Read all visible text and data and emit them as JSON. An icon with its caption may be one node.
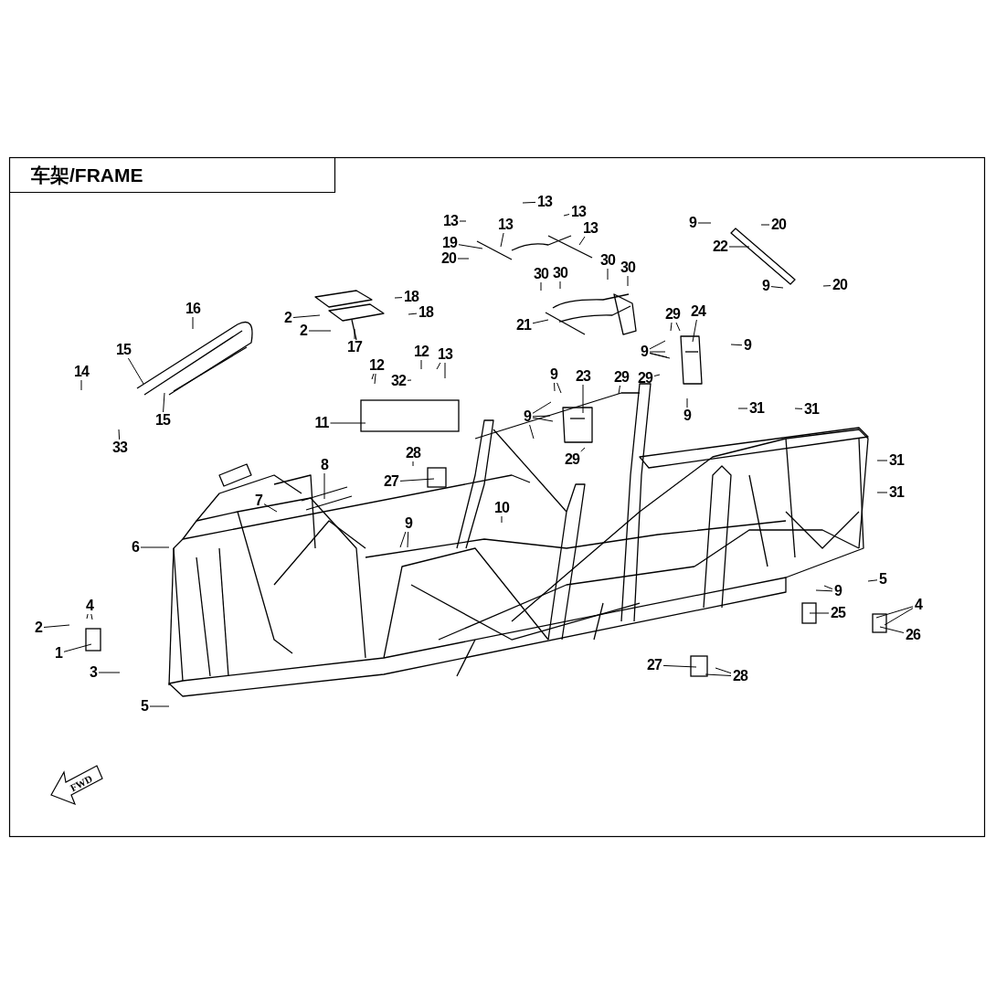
{
  "diagram": {
    "title": "车架/FRAME",
    "nodes": [
      {
        "text": [
          "13"
        ]
      },
      {
        "text": [
          "13"
        ]
      },
      {
        "text": [
          "13"
        ]
      },
      {
        "text": [
          "13"
        ]
      },
      {
        "text": [
          "13"
        ]
      },
      {
        "text": [
          "19"
        ]
      },
      {
        "text": [
          "20"
        ]
      },
      {
        "text": [
          "9"
        ]
      },
      {
        "text": [
          "20"
        ]
      },
      {
        "text": [
          "22"
        ]
      },
      {
        "text": [
          "9"
        ]
      },
      {
        "text": [
          "20"
        ]
      },
      {
        "text": [
          "30"
        ]
      },
      {
        "text": [
          "30"
        ]
      },
      {
        "text": [
          "30"
        ]
      },
      {
        "text": [
          "30"
        ]
      },
      {
        "text": [
          "21"
        ]
      },
      {
        "text": [
          "16"
        ]
      },
      {
        "text": [
          "18"
        ]
      },
      {
        "text": [
          "2"
        ]
      },
      {
        "text": [
          "18"
        ]
      },
      {
        "text": [
          "2"
        ]
      },
      {
        "text": [
          "17"
        ]
      },
      {
        "text": [
          "29"
        ]
      },
      {
        "text": [
          "24"
        ]
      },
      {
        "text": [
          "9"
        ]
      },
      {
        "text": [
          "15"
        ]
      },
      {
        "text": [
          "14"
        ]
      },
      {
        "text": [
          "12"
        ]
      },
      {
        "text": [
          "13"
        ]
      },
      {
        "text": [
          "9"
        ]
      },
      {
        "text": [
          "12"
        ]
      },
      {
        "text": [
          "32"
        ]
      },
      {
        "text": [
          "29"
        ]
      },
      {
        "text": [
          "29"
        ]
      },
      {
        "text": [
          "9"
        ]
      },
      {
        "text": [
          "23"
        ]
      },
      {
        "text": [
          "15"
        ]
      },
      {
        "text": [
          "11"
        ]
      },
      {
        "text": [
          "9"
        ]
      },
      {
        "text": [
          "9"
        ]
      },
      {
        "text": [
          "31"
        ]
      },
      {
        "text": [
          "31"
        ]
      },
      {
        "text": [
          "33"
        ]
      },
      {
        "text": [
          "29"
        ]
      },
      {
        "text": [
          "31"
        ]
      },
      {
        "text": [
          "28"
        ]
      },
      {
        "text": [
          "27"
        ]
      },
      {
        "text": [
          "31"
        ]
      },
      {
        "text": [
          "8"
        ]
      },
      {
        "text": [
          "7"
        ]
      },
      {
        "text": [
          "6"
        ]
      },
      {
        "text": [
          "10"
        ]
      },
      {
        "text": [
          "9"
        ]
      },
      {
        "text": [
          "5"
        ]
      },
      {
        "text": [
          "9"
        ]
      },
      {
        "text": [
          "4"
        ]
      },
      {
        "text": [
          "4"
        ]
      },
      {
        "text": [
          "25"
        ]
      },
      {
        "text": [
          "2"
        ]
      },
      {
        "text": [
          "26"
        ]
      },
      {
        "text": [
          "1"
        ]
      },
      {
        "text": [
          "3"
        ]
      },
      {
        "text": [
          "27"
        ]
      },
      {
        "text": [
          "28"
        ]
      },
      {
        "text": [
          "5"
        ]
      },
      {
        "text": [],
        "shape": "picture"
      },
      {
        "text": [],
        "shape": "picture"
      },
      {
        "text": [],
        "shape": "picture"
      },
      {
        "text": [],
        "shape": "picture"
      },
      {
        "text": [],
        "shape": "picture"
      },
      {
        "text": [],
        "shape": "box"
      },
      {
        "text": [],
        "shape": "picture"
      },
      {
        "text": [],
        "shape": "picture"
      },
      {
        "text": [],
        "shape": "box"
      },
      {
        "text": [],
        "shape": "box"
      },
      {
        "text": [],
        "shape": "box"
      },
      {
        "text": [],
        "shape": "box"
      },
      {
        "text": [],
        "shape": "box"
      },
      {
        "text": [],
        "shape": "picture"
      }
    ],
    "edges": [
      {
        "from": 0,
        "to": null,
        "arrow": "none"
      },
      {
        "from": 1,
        "to": null,
        "arrow": "none"
      },
      {
        "from": 2,
        "to": 68,
        "arrow": "none"
      },
      {
        "from": 3,
        "to": null,
        "arrow": "none"
      },
      {
        "from": 4,
        "to": 68,
        "arrow": "none"
      },
      {
        "from": 5,
        "to": 68,
        "arrow": "none"
      },
      {
        "from": 6,
        "to": null,
        "arrow": "none"
      },
      {
        "from": 7,
        "to": null,
        "arrow": "none"
      },
      {
        "from": 8,
        "to": null,
        "arrow": "none"
      },
      {
        "from": 9,
        "to": 70,
        "arrow": "none"
      },
      {
        "from": 10,
        "to": null,
        "arrow": "none"
      },
      {
        "from": 11,
        "to": null,
        "arrow": "none"
      },
      {
        "from": 12,
        "to": null,
        "arrow": "none"
      },
      {
        "from": 13,
        "to": null,
        "arrow": "none"
      },
      {
        "from": 14,
        "to": null,
        "arrow": "none"
      },
      {
        "from": 15,
        "to": null,
        "arrow": "none"
      },
      {
        "from": 16,
        "to": 69,
        "arrow": "none"
      },
      {
        "from": 17,
        "to": 66,
        "arrow": "none"
      },
      {
        "from": 18,
        "to": null,
        "arrow": "none"
      },
      {
        "from": 19,
        "to": 67,
        "arrow": "none"
      },
      {
        "from": 20,
        "to": null,
        "arrow": "none"
      },
      {
        "from": 21,
        "to": 67,
        "arrow": "none"
      },
      {
        "from": 22,
        "to": 67,
        "arrow": "none"
      },
      {
        "from": 23,
        "to": null,
        "arrow": "none"
      },
      {
        "from": 23,
        "to": null,
        "arrow": "none"
      },
      {
        "from": 24,
        "to": 73,
        "arrow": "none"
      },
      {
        "from": 25,
        "to": null,
        "arrow": "none"
      },
      {
        "from": 26,
        "to": 66,
        "arrow": "none"
      },
      {
        "from": 27,
        "to": null,
        "arrow": "none"
      },
      {
        "from": 28,
        "to": null,
        "arrow": "none"
      },
      {
        "from": 29,
        "to": null,
        "arrow": "none"
      },
      {
        "from": 29,
        "to": null,
        "arrow": "none"
      },
      {
        "from": 30,
        "to": null,
        "arrow": "none"
      },
      {
        "from": 30,
        "to": null,
        "arrow": "none"
      },
      {
        "from": 30,
        "to": null,
        "arrow": "none"
      },
      {
        "from": 30,
        "to": null,
        "arrow": "none"
      },
      {
        "from": 31,
        "to": null,
        "arrow": "none"
      },
      {
        "from": 31,
        "to": null,
        "arrow": "none"
      },
      {
        "from": 32,
        "to": null,
        "arrow": "none"
      },
      {
        "from": 33,
        "to": null,
        "arrow": "none"
      },
      {
        "from": 34,
        "to": null,
        "arrow": "none"
      },
      {
        "from": 35,
        "to": null,
        "arrow": "none"
      },
      {
        "from": 35,
        "to": null,
        "arrow": "none"
      },
      {
        "from": 36,
        "to": 72,
        "arrow": "none"
      },
      {
        "from": 37,
        "to": 66,
        "arrow": "none"
      },
      {
        "from": 38,
        "to": 71,
        "arrow": "none"
      },
      {
        "from": 39,
        "to": null,
        "arrow": "none"
      },
      {
        "from": 39,
        "to": null,
        "arrow": "none"
      },
      {
        "from": 39,
        "to": null,
        "arrow": "none"
      },
      {
        "from": 39,
        "to": null,
        "arrow": "none"
      },
      {
        "from": 40,
        "to": null,
        "arrow": "none"
      },
      {
        "from": 41,
        "to": null,
        "arrow": "none"
      },
      {
        "from": 42,
        "to": null,
        "arrow": "none"
      },
      {
        "from": 43,
        "to": null,
        "arrow": "none"
      },
      {
        "from": 44,
        "to": null,
        "arrow": "none"
      },
      {
        "from": 45,
        "to": null,
        "arrow": "none"
      },
      {
        "from": 46,
        "to": null,
        "arrow": "none"
      },
      {
        "from": 47,
        "to": 78,
        "arrow": "none"
      },
      {
        "from": 48,
        "to": null,
        "arrow": "none"
      },
      {
        "from": 49,
        "to": 79,
        "arrow": "none"
      },
      {
        "from": 50,
        "to": null,
        "arrow": "none"
      },
      {
        "from": 51,
        "to": null,
        "arrow": "none"
      },
      {
        "from": 52,
        "to": null,
        "arrow": "none"
      },
      {
        "from": 53,
        "to": null,
        "arrow": "none"
      },
      {
        "from": 53,
        "to": null,
        "arrow": "none"
      },
      {
        "from": 54,
        "to": null,
        "arrow": "none"
      },
      {
        "from": 55,
        "to": null,
        "arrow": "none"
      },
      {
        "from": 55,
        "to": null,
        "arrow": "none"
      },
      {
        "from": 56,
        "to": null,
        "arrow": "none"
      },
      {
        "from": 56,
        "to": null,
        "arrow": "none"
      },
      {
        "from": 57,
        "to": 76,
        "arrow": "none"
      },
      {
        "from": 57,
        "to": 76,
        "arrow": "none"
      },
      {
        "from": 58,
        "to": 75,
        "arrow": "none"
      },
      {
        "from": 59,
        "to": null,
        "arrow": "none"
      },
      {
        "from": 60,
        "to": 76,
        "arrow": "none"
      },
      {
        "from": 61,
        "to": 74,
        "arrow": "none"
      },
      {
        "from": 62,
        "to": null,
        "arrow": "none"
      },
      {
        "from": 63,
        "to": 77,
        "arrow": "none"
      },
      {
        "from": 64,
        "to": null,
        "arrow": "none"
      },
      {
        "from": 64,
        "to": 77,
        "arrow": "none"
      },
      {
        "from": 65,
        "to": null,
        "arrow": "none"
      }
    ],
    "labels": [
      "FWD"
    ]
  }
}
